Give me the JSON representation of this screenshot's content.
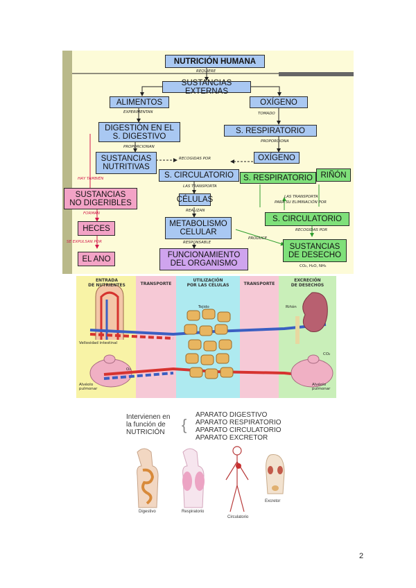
{
  "concept_map": {
    "title": "NUTRICIÓN HUMANA",
    "requires": "REQUIERE",
    "external": "SUSTANCIAS EXTERNAS",
    "food": "ALIMENTOS",
    "oxygen_top": "OXÍGENO",
    "undergo": "EXPERIMENTAN",
    "taken": "TOMADO",
    "digestion_1": "DIGESTIÓN EN EL",
    "digestion_2": "S. DIGESTIVO",
    "resp_system": "S. RESPIRATORIO",
    "provide_a": "PROPORCIONAN",
    "provide_b": "PROPORCIONA",
    "nutrients_1": "SUSTANCIAS",
    "nutrients_2": "NUTRITIVAS",
    "collected": "RECOGIDAS POR",
    "oxygen_mid": "OXÍGENO",
    "also_there": "HAY TAMBIÉN",
    "circ_left": "S. CIRCULATORIO",
    "resp_right": "S. RESPIRATORIO",
    "kidney": "RIÑÓN",
    "undig_1": "SUSTANCIAS",
    "undig_2": "NO DIGERIBLES",
    "transports": "LAS TRANSPORTA",
    "cells": "CÉLULAS",
    "transported_to_1": "LAS TRANSPORTA",
    "transported_to_2": "PARA SU ELIMINACIÓN POR",
    "form": "FORMAN",
    "perform": "REALIZAN",
    "feces": "HECES",
    "metab_1": "METABOLISMO",
    "metab_2": "CELULAR",
    "circ_right": "S. CIRCULATORIO",
    "expelled": "SE EXPULSAN POR",
    "responsible": "RESPONSABLE",
    "produces": "PRODUCE",
    "collected_by": "RECOGIDAS POR",
    "waste_1": "SUSTANCIAS",
    "waste_2": "DE DESECHO",
    "anus": "EL ANO",
    "function_1": "FUNCIONAMIENTO",
    "function_2": "DEL ORGANISMO",
    "waste_examples": "CO₂, H₂O, NH₃"
  },
  "flow_figure": {
    "col_entry": "ENTRADA\nDE NUTRIENTES",
    "col_transport_1": "TRANSPORTE",
    "col_use": "UTILIZACIÓN\nPOR LAS CÉLULAS",
    "col_transport_2": "TRANSPORTE",
    "col_excretion": "EXCRECIÓN\nDE DESECHOS",
    "tissue": "Tejido",
    "villus": "Vellosidad intestinal",
    "kidney": "Riñón",
    "co2": "CO₂",
    "o2": "O₂",
    "alveolus_left": "Alvéolo\npulmonar",
    "alveolus_right": "Alvéolo\npulmonar",
    "colors": {
      "yellow": "#f8f3a6",
      "pink": "#f6c9d6",
      "cyan": "#aeeaf0",
      "green": "#c9efb9"
    }
  },
  "systems_figure": {
    "intro_1": "Intervienen en",
    "intro_2": "la función de",
    "intro_3": "NUTRICIÓN",
    "items": [
      "APARATO DIGESTIVO",
      "APARATO RESPIRATORIO",
      "APARATO CIRCULATORIO",
      "APARATO EXCRETOR"
    ],
    "cap_digestive": "Digestivo",
    "cap_respiratory": "Respiratorio",
    "cap_circulatory": "Circulatorio",
    "cap_excretory": "Excretor"
  },
  "page_number": "2"
}
